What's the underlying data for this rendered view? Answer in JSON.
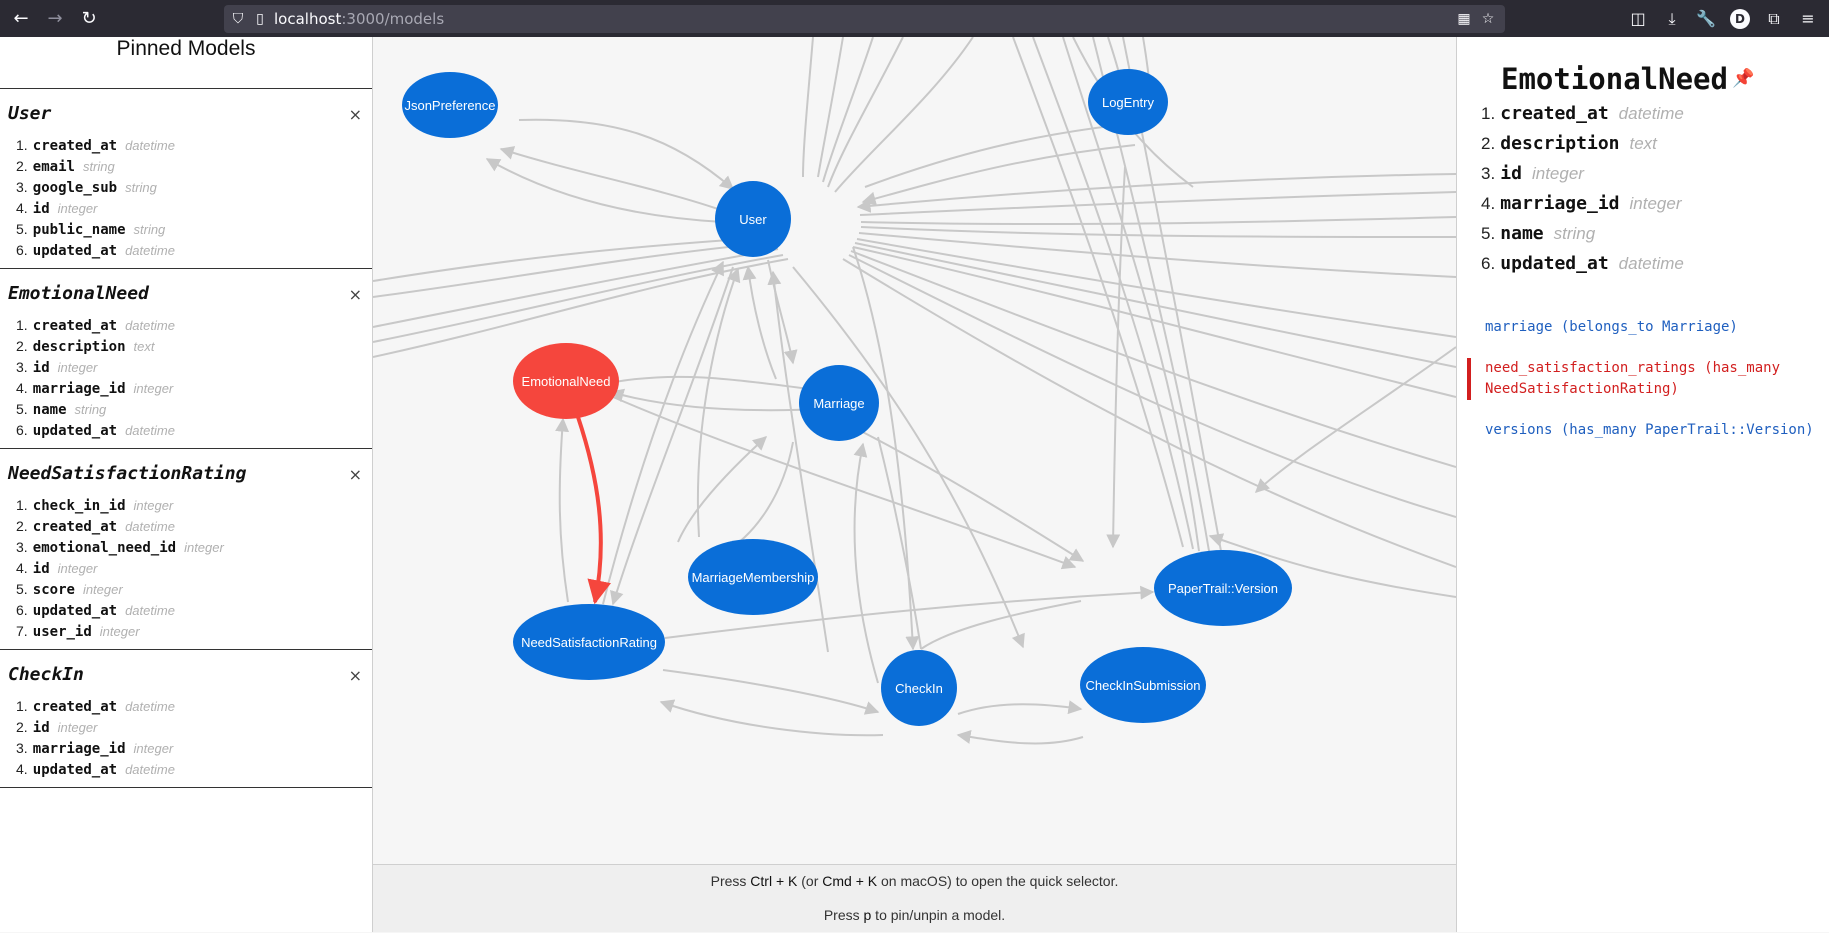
{
  "browser": {
    "url_host": "localhost",
    "url_path": ":3000/models",
    "avatar_letter": "D"
  },
  "left": {
    "title": "Pinned Models",
    "close_glyph": "×",
    "pinned": [
      {
        "name": "User",
        "attrs": [
          {
            "n": "1.",
            "name": "created_at",
            "type": "datetime"
          },
          {
            "n": "2.",
            "name": "email",
            "type": "string"
          },
          {
            "n": "3.",
            "name": "google_sub",
            "type": "string"
          },
          {
            "n": "4.",
            "name": "id",
            "type": "integer"
          },
          {
            "n": "5.",
            "name": "public_name",
            "type": "string"
          },
          {
            "n": "6.",
            "name": "updated_at",
            "type": "datetime"
          }
        ]
      },
      {
        "name": "EmotionalNeed",
        "attrs": [
          {
            "n": "1.",
            "name": "created_at",
            "type": "datetime"
          },
          {
            "n": "2.",
            "name": "description",
            "type": "text"
          },
          {
            "n": "3.",
            "name": "id",
            "type": "integer"
          },
          {
            "n": "4.",
            "name": "marriage_id",
            "type": "integer"
          },
          {
            "n": "5.",
            "name": "name",
            "type": "string"
          },
          {
            "n": "6.",
            "name": "updated_at",
            "type": "datetime"
          }
        ]
      },
      {
        "name": "NeedSatisfactionRating",
        "attrs": [
          {
            "n": "1.",
            "name": "check_in_id",
            "type": "integer"
          },
          {
            "n": "2.",
            "name": "created_at",
            "type": "datetime"
          },
          {
            "n": "3.",
            "name": "emotional_need_id",
            "type": "integer"
          },
          {
            "n": "4.",
            "name": "id",
            "type": "integer"
          },
          {
            "n": "5.",
            "name": "score",
            "type": "integer"
          },
          {
            "n": "6.",
            "name": "updated_at",
            "type": "datetime"
          },
          {
            "n": "7.",
            "name": "user_id",
            "type": "integer"
          }
        ]
      },
      {
        "name": "CheckIn",
        "attrs": [
          {
            "n": "1.",
            "name": "created_at",
            "type": "datetime"
          },
          {
            "n": "2.",
            "name": "id",
            "type": "integer"
          },
          {
            "n": "3.",
            "name": "marriage_id",
            "type": "integer"
          },
          {
            "n": "4.",
            "name": "updated_at",
            "type": "datetime"
          }
        ]
      }
    ]
  },
  "graph": {
    "colors": {
      "node": "#0a6ed8",
      "selected": "#f5463d",
      "edge": "#c8c8c8",
      "highlight_edge": "#f5463d"
    },
    "nodes": [
      {
        "id": "JsonPreference",
        "label": "JsonPreference"
      },
      {
        "id": "LogEntry",
        "label": "LogEntry"
      },
      {
        "id": "User",
        "label": "User"
      },
      {
        "id": "EmotionalNeed",
        "label": "EmotionalNeed",
        "selected": true
      },
      {
        "id": "Marriage",
        "label": "Marriage"
      },
      {
        "id": "MarriageMembership",
        "label": "MarriageMembership"
      },
      {
        "id": "PaperTrailVersion",
        "label": "PaperTrail::Version"
      },
      {
        "id": "NeedSatisfactionRating",
        "label": "NeedSatisfactionRating"
      },
      {
        "id": "CheckIn",
        "label": "CheckIn"
      },
      {
        "id": "CheckInSubmission",
        "label": "CheckInSubmission"
      }
    ]
  },
  "footer": {
    "line1_a": "Press ",
    "line1_k1": "Ctrl + K",
    "line1_b": " (or ",
    "line1_k2": "Cmd + K",
    "line1_c": " on macOS) to open the quick selector.",
    "line2_a": "Press ",
    "line2_k": "p",
    "line2_b": " to pin/unpin a model."
  },
  "right": {
    "title": "EmotionalNeed",
    "pin_glyph": "📌",
    "attrs": [
      {
        "n": "1.",
        "name": "created_at",
        "type": "datetime"
      },
      {
        "n": "2.",
        "name": "description",
        "type": "text"
      },
      {
        "n": "3.",
        "name": "id",
        "type": "integer"
      },
      {
        "n": "4.",
        "name": "marriage_id",
        "type": "integer"
      },
      {
        "n": "5.",
        "name": "name",
        "type": "string"
      },
      {
        "n": "6.",
        "name": "updated_at",
        "type": "datetime"
      }
    ],
    "assocs": [
      {
        "text": "marriage (belongs_to Marriage)",
        "active": false
      },
      {
        "text": "need_satisfaction_ratings (has_many NeedSatisfactionRating)",
        "active": true
      },
      {
        "text": "versions (has_many PaperTrail::Version)",
        "active": false
      }
    ]
  }
}
